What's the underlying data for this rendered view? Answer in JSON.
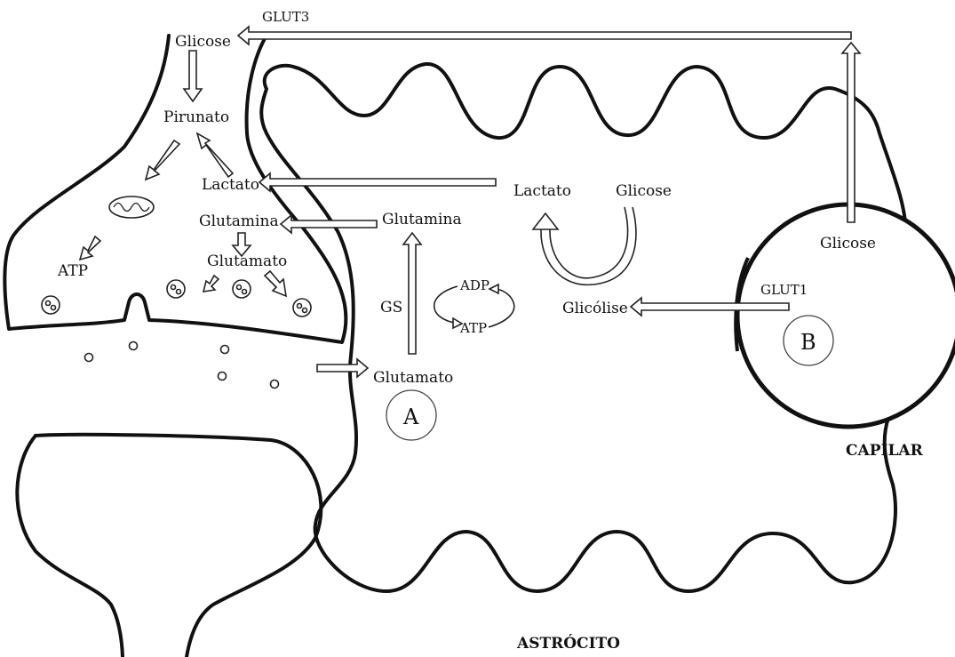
{
  "labels": {
    "glut3": "GLUT3",
    "glicose_neuron": "Glicose",
    "pirunato": "Pirunato",
    "lactato_neuron": "Lactato",
    "glutamina_neuron": "Glutamina",
    "glutamato_neuron": "Glutamato",
    "atp_neuron": "ATP",
    "lactato_astro": "Lactato",
    "glicose_astro": "Glicose",
    "glutamina_astro": "Glutamina",
    "gs": "GS",
    "adp": "ADP",
    "atp_astro": "ATP",
    "glicolise": "Glicólise",
    "glutamato_astro": "Glutamato",
    "glut1": "GLUT1",
    "glicose_capilar": "Glicose",
    "marker_a": "A",
    "marker_b": "B",
    "capilar": "CAPILAR",
    "astrocito": "ASTRÓCITO"
  }
}
